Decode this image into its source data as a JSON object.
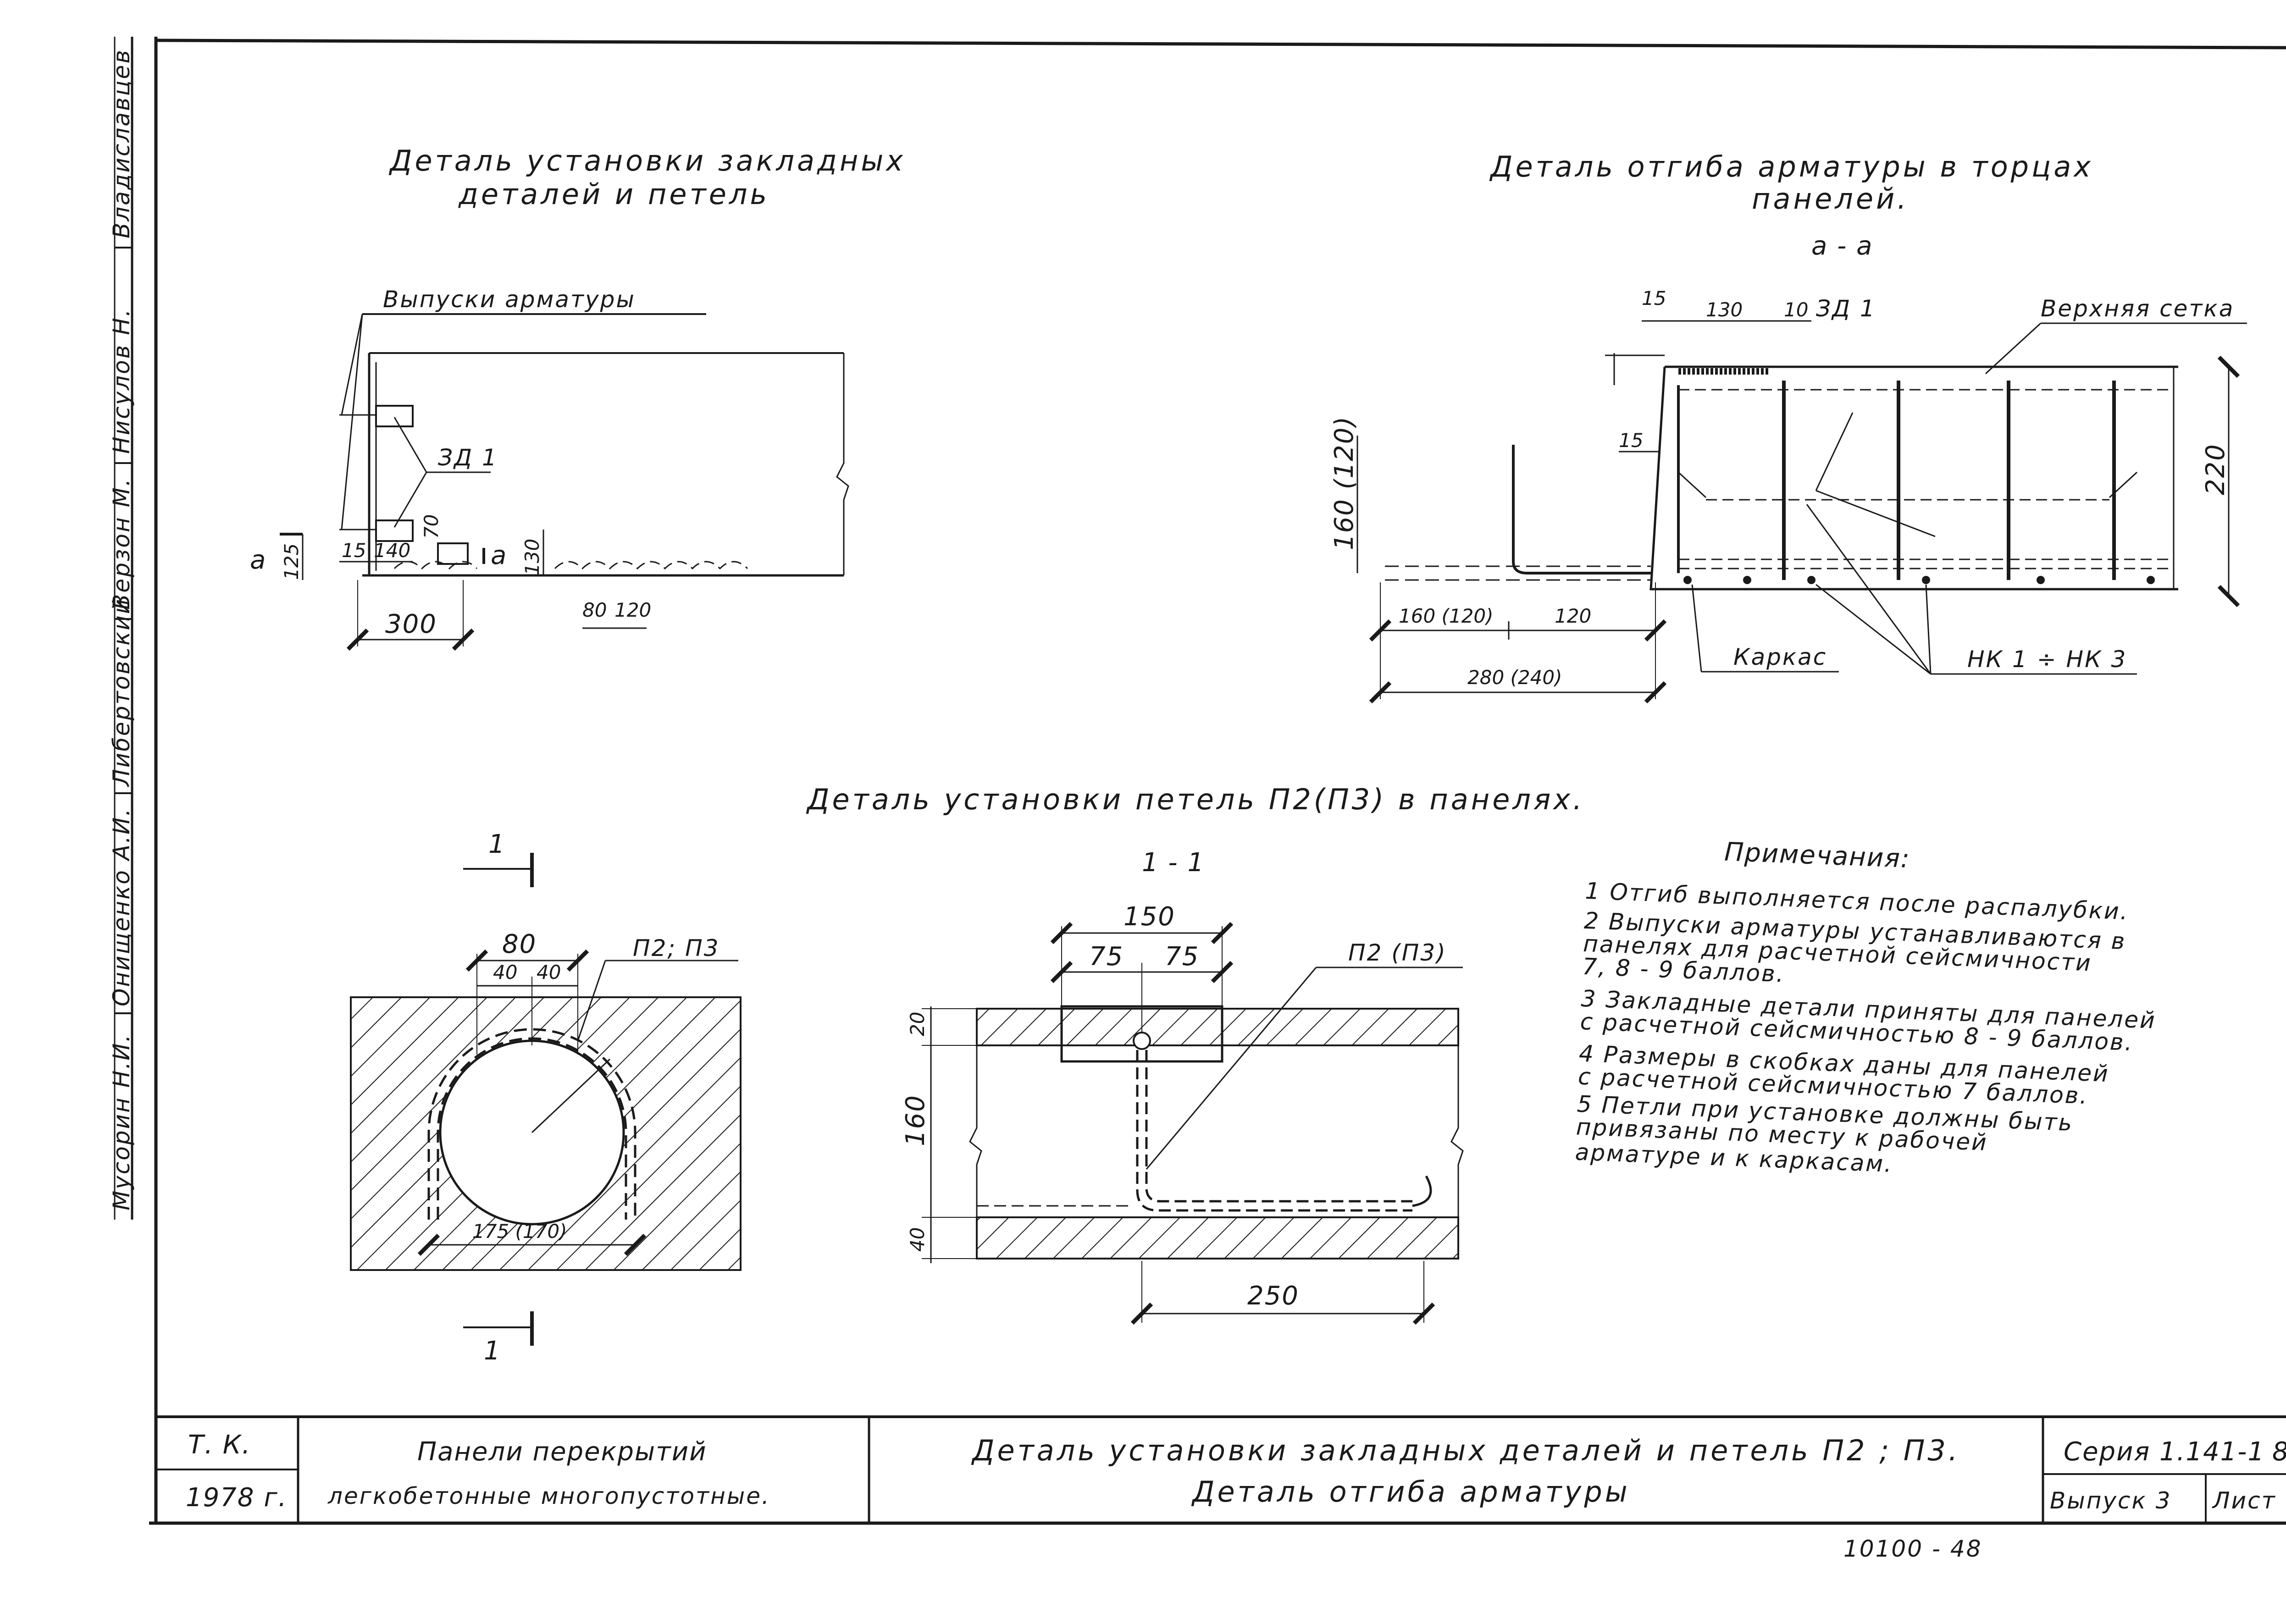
{
  "side_stamp": [
    "Мусорин Н.И.",
    "Онищенко А.И.",
    "Либертовский",
    "Верзон М.",
    "Нисулов Н.",
    "Владиславцев"
  ],
  "detail1": {
    "title_line1": "Деталь установки закладных",
    "title_line2": "деталей и петель",
    "label_rebar": "Выпуски арматуры",
    "label_zd": "ЗД 1",
    "section_mark": "а",
    "dims": [
      "125",
      "15",
      "140",
      "70",
      "130",
      "300",
      "80",
      "120"
    ]
  },
  "detail2": {
    "title_line1": "Деталь отгиба арматуры в торцах",
    "title_line2": "панелей.",
    "section": "а - а",
    "label_zd": "ЗД 1",
    "label_mesh": "Верхняя сетка",
    "label_frame": "Каркас",
    "label_nk": "НК 1 ÷ НК 3",
    "dims": [
      "15",
      "130",
      "10",
      "15",
      "220",
      "160 (120)",
      "160 (120)",
      "120",
      "280 (240)"
    ]
  },
  "detail3": {
    "title": "Деталь установки петель П2(П3) в панелях.",
    "cut_mark": "1",
    "section": "1 - 1",
    "label_loop": "П2; П3",
    "label_loop2": "П2 (П3)",
    "dims": [
      "80",
      "40",
      "40",
      "175 (170)",
      "150",
      "75",
      "75",
      "20",
      "160",
      "40",
      "250"
    ]
  },
  "notes": {
    "heading": "Примечания:",
    "items": [
      "1  Отгиб выполняется после распалубки.",
      "2  Выпуски арматуры устанавливаются в",
      "    панелях для расчетной сейсмичности",
      "    7, 8 - 9 баллов.",
      "3  Закладные детали приняты для панелей",
      "    с расчетной сейсмичностью 8 - 9 баллов.",
      "4  Размеры в скобках даны для панелей",
      "    с расчетной сейсмичностью 7 баллов.",
      "5  Петли при установке должны быть",
      "    привязаны по месту к рабочей",
      "    арматуре и к каркасам."
    ]
  },
  "title_block": {
    "tk": "Т. К.",
    "year": "1978 г.",
    "product_line1": "Панели перекрытий",
    "product_line2": "легкобетонные многопустотные.",
    "sheet_title_line1": "Деталь установки закладных деталей и петель П2 ; П3.",
    "sheet_title_line2": "Деталь отгиба арматуры",
    "series": "Серия 1.141-1",
    "series_cut": "8",
    "issue": "Выпуск 3",
    "sheet": "Лист",
    "footer_code": "10100 - 48"
  }
}
